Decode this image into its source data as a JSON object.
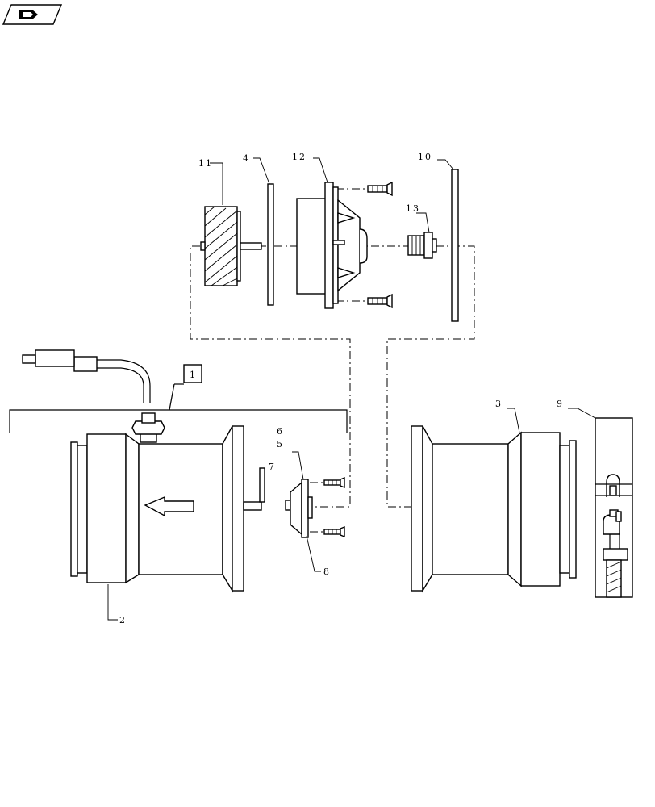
{
  "header": {
    "icon": "nav-back-icon"
  },
  "callouts": {
    "c1": "1",
    "c2": "2",
    "c3": "3",
    "c4": "4",
    "c5": "5",
    "c6": "6",
    "c7": "7",
    "c8": "8",
    "c9": "9",
    "c10": "10",
    "c11": "11",
    "c12": "12",
    "c13": "13"
  }
}
